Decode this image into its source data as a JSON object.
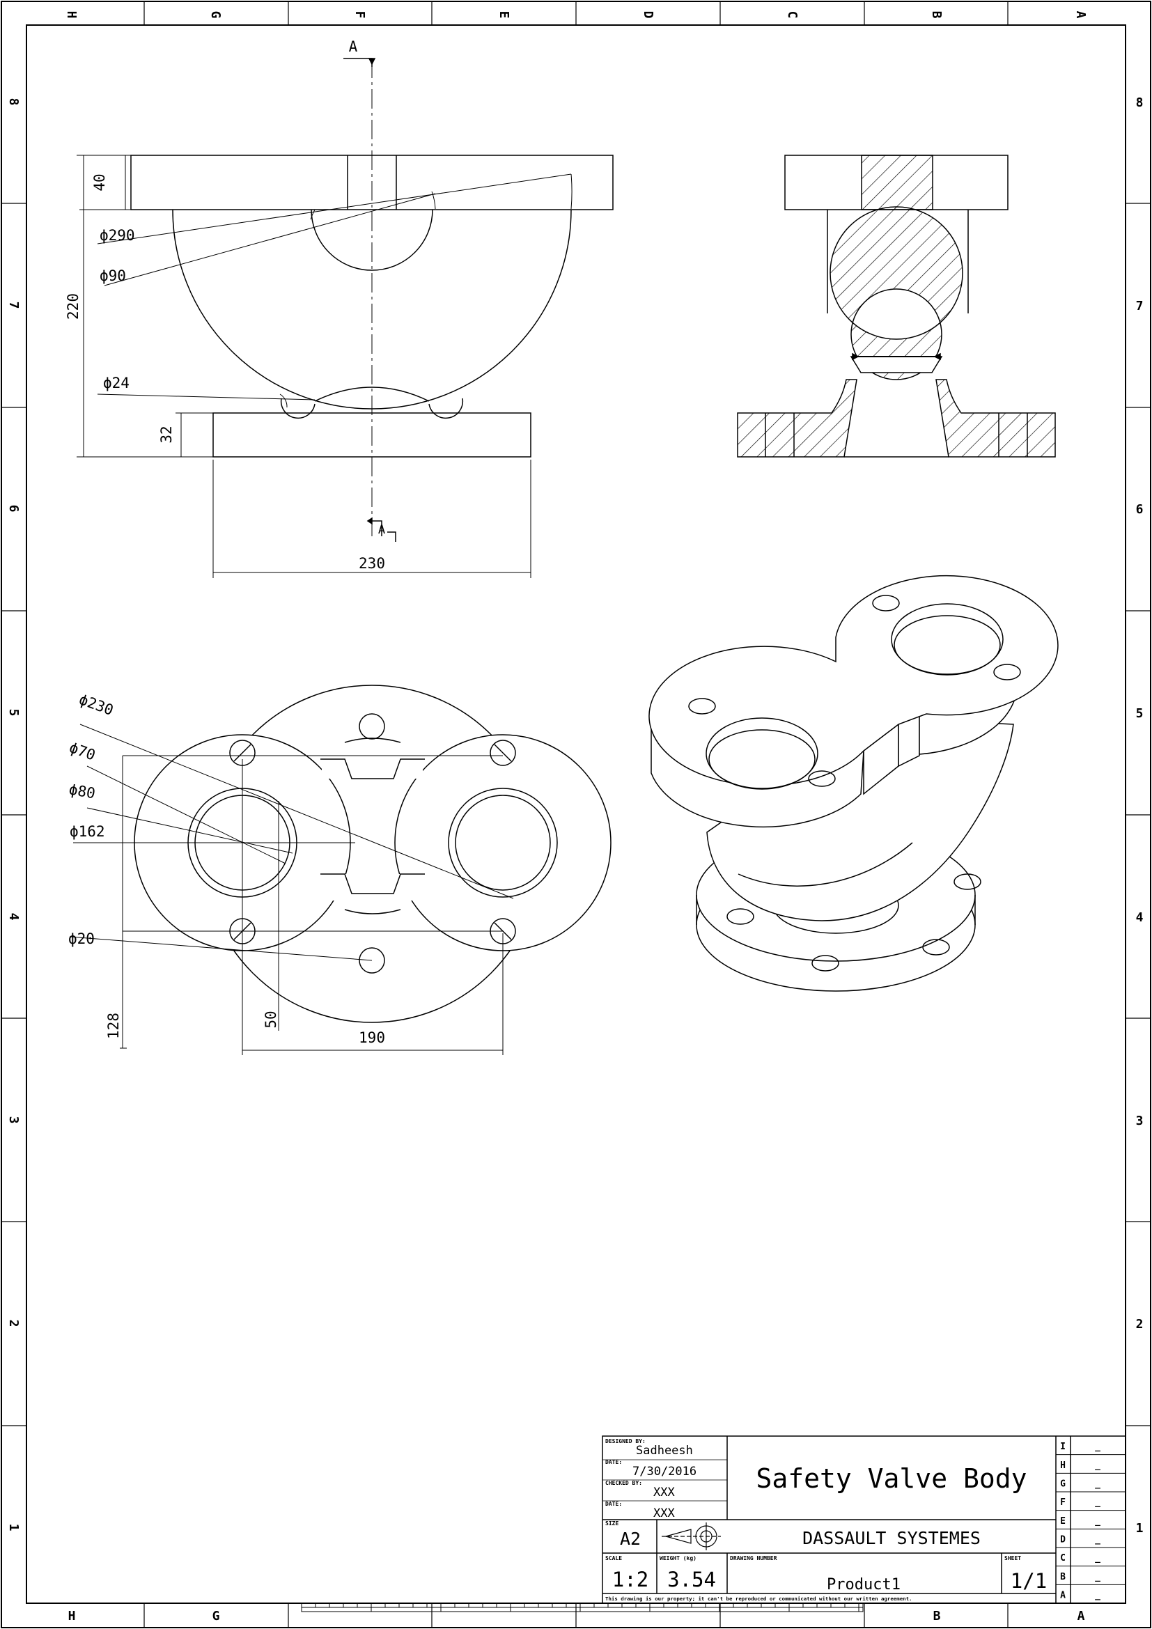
{
  "zones": {
    "columns": [
      "H",
      "G",
      "F",
      "E",
      "D",
      "C",
      "B",
      "A"
    ],
    "rows": [
      "8",
      "7",
      "6",
      "5",
      "4",
      "3",
      "2",
      "1"
    ]
  },
  "section_marker": {
    "top": "A",
    "bottom": "A"
  },
  "dimensions": {
    "front": {
      "height_top": "40",
      "dia_290": "ϕ290",
      "dia_90": "ϕ90",
      "dia_24": "ϕ24",
      "height_total": "220",
      "height_bottom": "32",
      "width": "230"
    },
    "bottom": {
      "dia_230": "ϕ230",
      "dia_70": "ϕ70",
      "dia_80": "ϕ80",
      "dia_162": "ϕ162",
      "dia_20": "ϕ20",
      "height_128": "128",
      "offset_50": "50",
      "span_190": "190"
    }
  },
  "title_block": {
    "designed_by_label": "DESIGNED BY:",
    "designed_by": "Sadheesh",
    "date_label": "DATE:",
    "date": "7/30/2016",
    "checked_by_label": "CHECKED BY:",
    "checked_by": "XXX",
    "date2_label": "DATE:",
    "date2": "XXX",
    "size_label": "SIZE",
    "size": "A2",
    "title": "Safety Valve Body",
    "company": "DASSAULT SYSTEMES",
    "scale_label": "SCALE",
    "scale": "1:2",
    "weight_label": "WEIGHT (kg)",
    "weight": "3.54",
    "drawing_number_label": "DRAWING NUMBER",
    "drawing_number": "Product1",
    "sheet_label": "SHEET",
    "sheet": "1/1",
    "disclaimer": "This drawing is our property; it can't be reproduced or communicated without our written agreement.",
    "revisions": [
      {
        "letter": "I",
        "value": "_"
      },
      {
        "letter": "H",
        "value": "_"
      },
      {
        "letter": "G",
        "value": "_"
      },
      {
        "letter": "F",
        "value": "_"
      },
      {
        "letter": "E",
        "value": "_"
      },
      {
        "letter": "D",
        "value": "_"
      },
      {
        "letter": "C",
        "value": "_"
      },
      {
        "letter": "B",
        "value": "_"
      },
      {
        "letter": "A",
        "value": "_"
      }
    ]
  }
}
